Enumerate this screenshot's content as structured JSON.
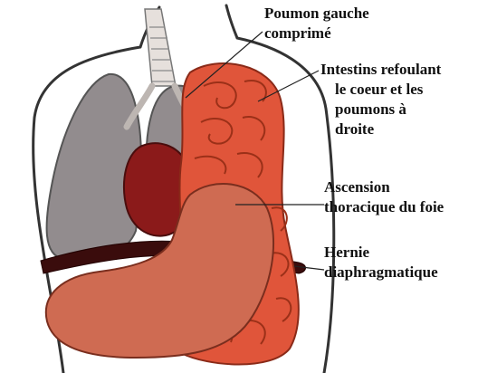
{
  "labels": {
    "poumon": {
      "lines": [
        "Poumon gauche",
        "comprimé"
      ]
    },
    "intestins": {
      "lines": [
        "Intestins refoulant",
        "le coeur et les",
        "poumons à",
        "droite"
      ]
    },
    "foie": {
      "lines": [
        "Ascension",
        "thoracique du foie"
      ]
    },
    "hernie": {
      "lines": [
        "Hernie",
        "diaphragmatique"
      ]
    }
  },
  "colors": {
    "lung": "#928c8e",
    "heart": "#8b1a1a",
    "intestine": "#e0553a",
    "liver": "#cf6b52",
    "diaphragm": "#3a0c0c",
    "trachea": "#e6e0dc",
    "outline": "#333333"
  }
}
